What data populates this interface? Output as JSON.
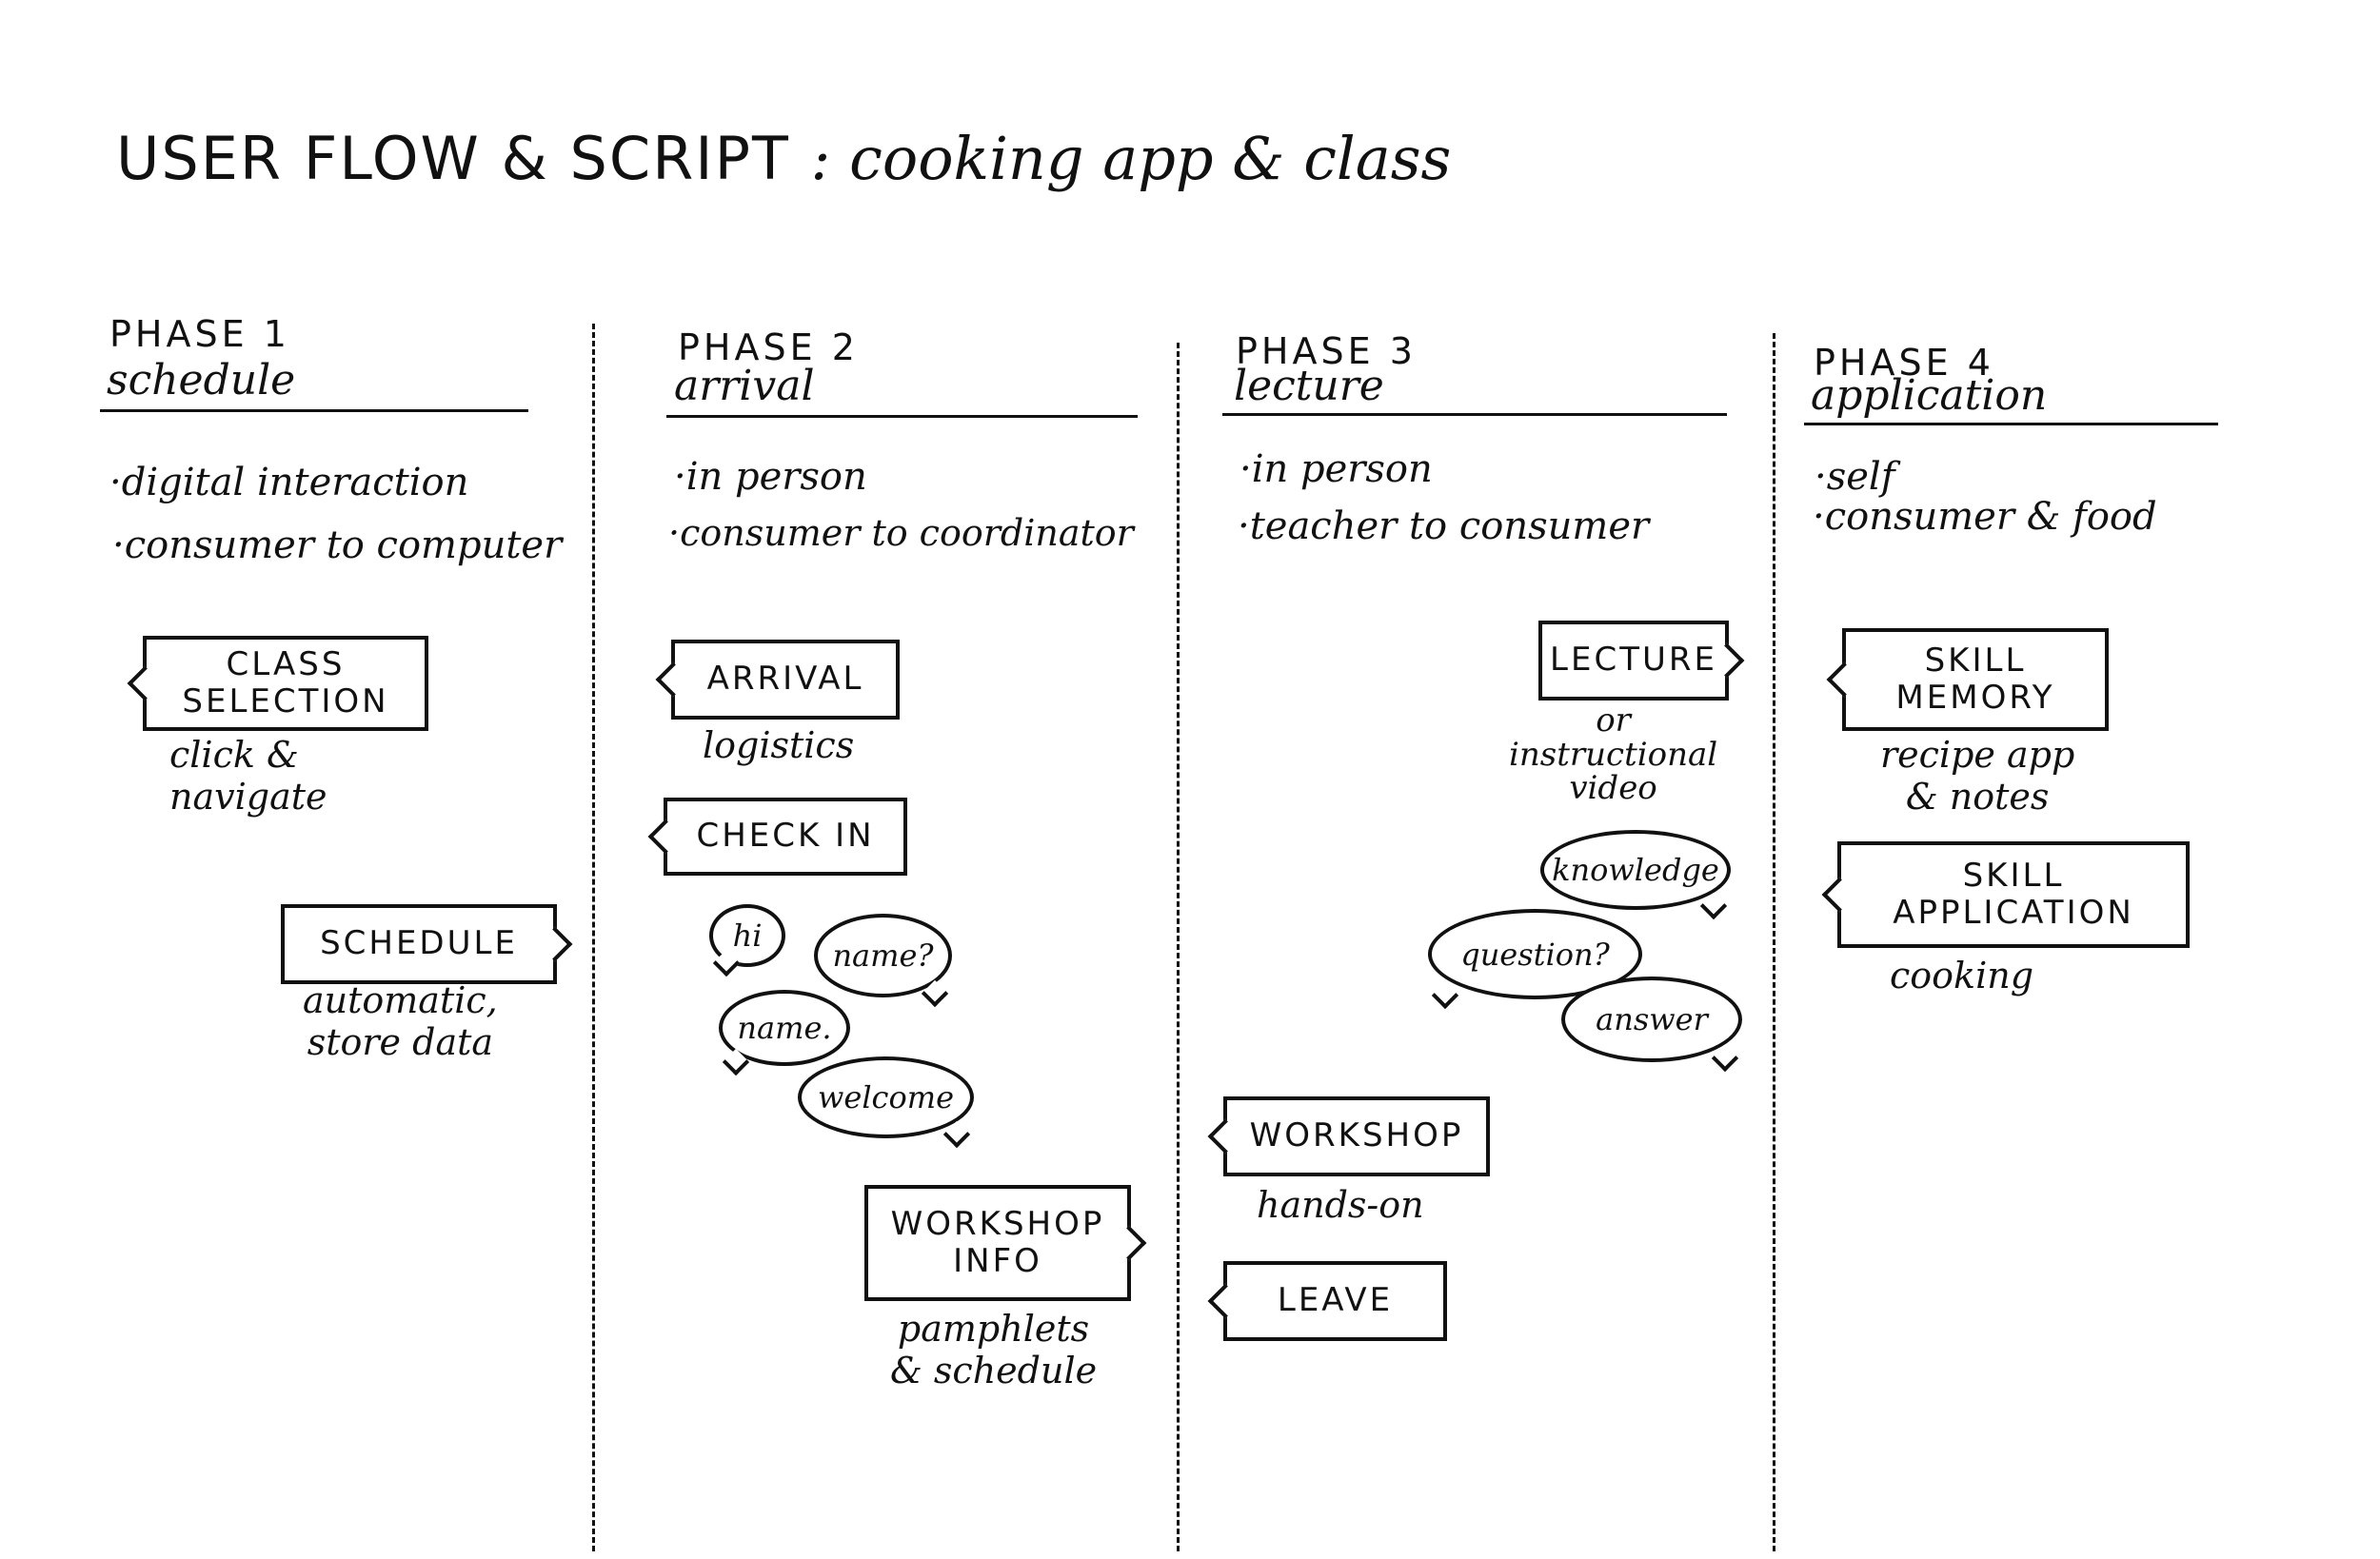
{
  "title": {
    "main": "USER FLOW & SCRIPT",
    "sub": ": cooking app & class"
  },
  "phases": [
    {
      "label": "PHASE 1",
      "sub": "schedule",
      "bullets": [
        "·digital interaction",
        "·consumer to computer"
      ]
    },
    {
      "label": "PHASE 2",
      "sub": "arrival",
      "bullets": [
        "·in person",
        "·consumer to coordinator"
      ]
    },
    {
      "label": "PHASE 3",
      "sub": "lecture",
      "bullets": [
        "·in person",
        "·teacher to consumer"
      ]
    },
    {
      "label": "PHASE 4",
      "sub": "application",
      "bullets": [
        "·self",
        "·consumer & food"
      ]
    }
  ],
  "boxes": {
    "class_selection": "CLASS\nSELECTION",
    "schedule": "SCHEDULE",
    "arrival": "ARRIVAL",
    "check_in": "CHECK IN",
    "workshop_info": "WORKSHOP\nINFO",
    "lecture": "LECTURE",
    "workshop": "WORKSHOP",
    "leave": "LEAVE",
    "skill_memory": "SKILL\nMEMORY",
    "skill_application": "SKILL\nAPPLICATION"
  },
  "notes": {
    "class_selection": "click &\nnavigate",
    "schedule": "automatic,\nstore data",
    "arrival": "logistics",
    "workshop_info": "pamphlets\n& schedule",
    "lecture": "or\ninstructional\nvideo",
    "workshop": "hands-on",
    "skill_memory": "recipe app\n& notes",
    "skill_application": "cooking"
  },
  "bubbles": {
    "hi": "hi",
    "name_q": "name?",
    "name": "name.",
    "welcome": "welcome",
    "knowledge": "knowledge",
    "question": "question?",
    "answer": "answer"
  }
}
